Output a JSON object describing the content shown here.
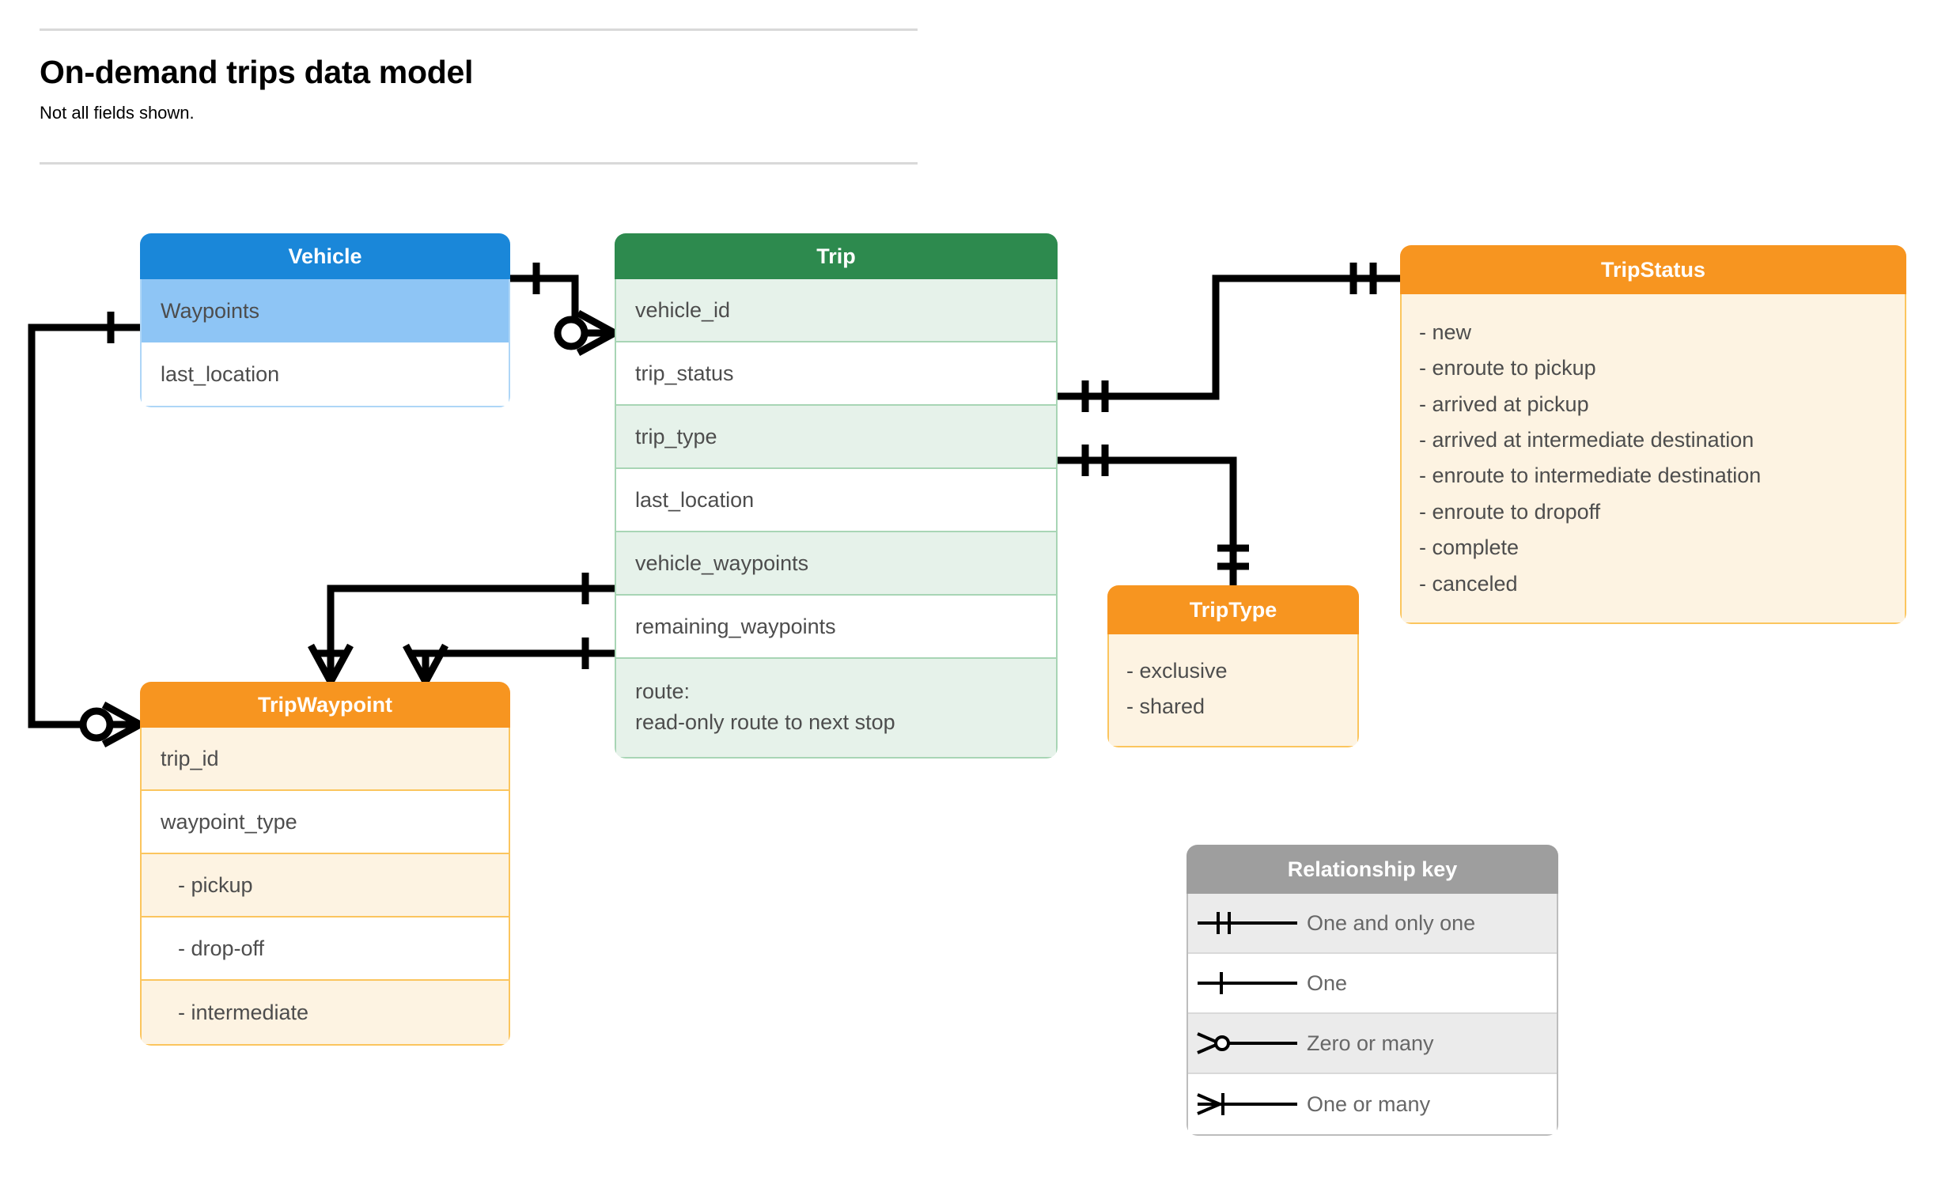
{
  "header": {
    "title": "On-demand trips data model",
    "subtitle": "Not all fields shown."
  },
  "colors": {
    "vehicle_header": "#1a87d9",
    "vehicle_row_alt": "#8ec5f5",
    "vehicle_border": "#aed6f7",
    "trip_header": "#2d8a4e",
    "trip_row_alt": "#e6f2ea",
    "trip_border": "#a8d5b5",
    "orange_header": "#f79520",
    "orange_body": "#fdf3e2",
    "orange_border": "#fbc55e",
    "legend_header": "#9e9e9e",
    "legend_row_alt": "#ebebeb",
    "text": "#4d4d4d",
    "connector": "#000000"
  },
  "entities": {
    "vehicle": {
      "title": "Vehicle",
      "rows": [
        {
          "label": "Waypoints",
          "shaded": true
        },
        {
          "label": "last_location",
          "shaded": false
        }
      ]
    },
    "trip": {
      "title": "Trip",
      "rows": [
        {
          "label": "vehicle_id",
          "shaded": true
        },
        {
          "label": "trip_status",
          "shaded": false
        },
        {
          "label": "trip_type",
          "shaded": true
        },
        {
          "label": "last_location",
          "shaded": false
        },
        {
          "label": "vehicle_waypoints",
          "shaded": true
        },
        {
          "label": "remaining_waypoints",
          "shaded": false
        }
      ],
      "route_row": {
        "line1": "route:",
        "line2": "read-only route to next stop",
        "shaded": true
      }
    },
    "tripwaypoint": {
      "title": "TripWaypoint",
      "rows": [
        {
          "label": "trip_id",
          "shaded": true,
          "indent": false
        },
        {
          "label": "waypoint_type",
          "shaded": false,
          "indent": false
        },
        {
          "label": "-  pickup",
          "shaded": true,
          "indent": true
        },
        {
          "label": "-  drop-off",
          "shaded": false,
          "indent": true
        },
        {
          "label": "-  intermediate",
          "shaded": true,
          "indent": true
        }
      ]
    },
    "tripstatus": {
      "title": "TripStatus",
      "values": [
        "- new",
        "- enroute to pickup",
        "- arrived at pickup",
        "- arrived at intermediate destination",
        "- enroute to intermediate destination",
        "- enroute to dropoff",
        "- complete",
        "- canceled"
      ]
    },
    "triptype": {
      "title": "TripType",
      "values": [
        "- exclusive",
        "- shared"
      ]
    }
  },
  "legend": {
    "title": "Relationship key",
    "rows": [
      {
        "symbol": "one-and-only-one",
        "label": "One and only one",
        "shaded": true
      },
      {
        "symbol": "one",
        "label": "One",
        "shaded": false
      },
      {
        "symbol": "zero-or-many",
        "label": "Zero or many",
        "shaded": true
      },
      {
        "symbol": "one-or-many",
        "label": "One or many",
        "shaded": false
      }
    ]
  },
  "relationships": [
    {
      "from": "Vehicle",
      "from_field": "header",
      "from_card": "one",
      "to": "Trip",
      "to_field": "vehicle_id",
      "to_card": "zero-or-many"
    },
    {
      "from": "Vehicle",
      "from_field": "Waypoints",
      "from_card": "one",
      "to": "TripWaypoint",
      "to_field": "header",
      "to_card": "zero-or-many"
    },
    {
      "from": "Trip",
      "from_field": "trip_status",
      "from_card": "one-and-only-one",
      "to": "TripStatus",
      "to_field": "header",
      "to_card": "one-and-only-one"
    },
    {
      "from": "Trip",
      "from_field": "trip_type",
      "from_card": "one-and-only-one",
      "to": "TripType",
      "to_field": "header",
      "to_card": "one-and-only-one"
    },
    {
      "from": "Trip",
      "from_field": "vehicle_waypoints",
      "from_card": "one",
      "to": "TripWaypoint",
      "to_field": "header",
      "to_card": "one-or-many"
    },
    {
      "from": "Trip",
      "from_field": "remaining_waypoints",
      "from_card": "one",
      "to": "TripWaypoint",
      "to_field": "header",
      "to_card": "one-or-many"
    }
  ]
}
